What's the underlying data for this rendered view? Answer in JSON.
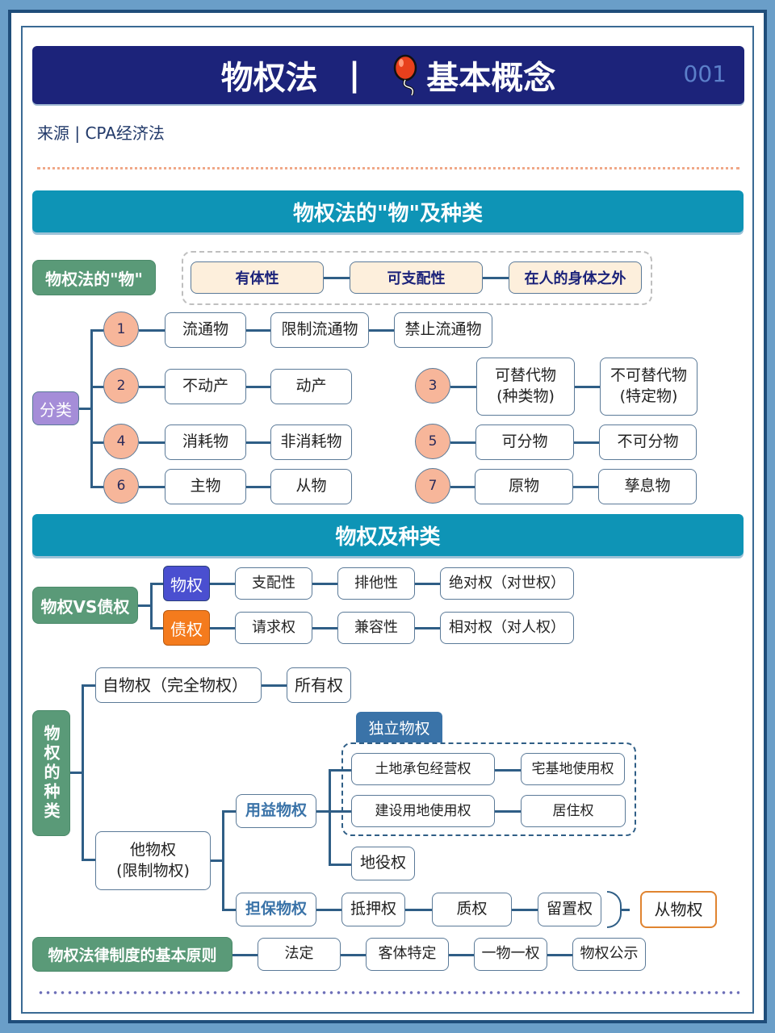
{
  "header": {
    "title_left": "物权法",
    "separator": "|",
    "icon": "balloon-icon",
    "title_right": "基本概念",
    "number": "001"
  },
  "source": "来源 | CPA经济法",
  "section1": {
    "title": "物权法的\"物\"及种类",
    "thing_label": "物权法的\"物\"",
    "properties": [
      "有体性",
      "可支配性",
      "在人的身体之外"
    ],
    "classify_label": "分类",
    "categories": [
      {
        "num": "1",
        "items": [
          "流通物",
          "限制流通物",
          "禁止流通物"
        ]
      },
      {
        "num": "2",
        "items": [
          "不动产",
          "动产"
        ]
      },
      {
        "num": "3",
        "items": [
          "可替代物\n(种类物)",
          "不可替代物\n(特定物)"
        ]
      },
      {
        "num": "4",
        "items": [
          "消耗物",
          "非消耗物"
        ]
      },
      {
        "num": "5",
        "items": [
          "可分物",
          "不可分物"
        ]
      },
      {
        "num": "6",
        "items": [
          "主物",
          "从物"
        ]
      },
      {
        "num": "7",
        "items": [
          "原物",
          "孳息物"
        ]
      }
    ]
  },
  "section2": {
    "title": "物权及种类",
    "vs_label": "物权VS债权",
    "real_right": {
      "label": "物权",
      "items": [
        "支配性",
        "排他性",
        "绝对权（对世权）"
      ]
    },
    "claim_right": {
      "label": "债权",
      "items": [
        "请求权",
        "兼容性",
        "相对权（对人权）"
      ]
    },
    "types_label": "物权的种类",
    "own_right": {
      "label": "自物权（完全物权）",
      "child": "所有权"
    },
    "other_right": {
      "label": "他物权\n(限制物权)"
    },
    "usufruct": {
      "label": "用益物权",
      "independent_tag": "独立物权",
      "independent": [
        [
          "土地承包经营权",
          "宅基地使用权"
        ],
        [
          "建设用地使用权",
          "居住权"
        ]
      ],
      "other": "地役权"
    },
    "security": {
      "label": "担保物权",
      "items": [
        "抵押权",
        "质权",
        "留置权"
      ],
      "result": "从物权"
    },
    "principles": {
      "label": "物权法律制度的基本原则",
      "items": [
        "法定",
        "客体特定",
        "一物一权",
        "物权公示"
      ]
    }
  }
}
